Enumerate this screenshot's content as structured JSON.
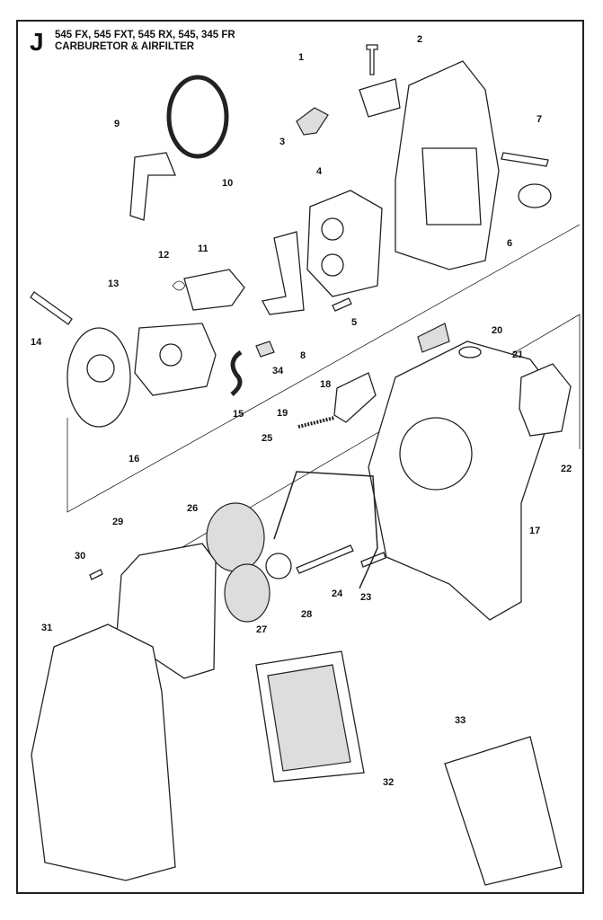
{
  "header": {
    "section_letter": "J",
    "models": "545 FX, 545 FXT, 545 RX, 545, 345 FR",
    "title": "CARBURETOR & AIRFILTER"
  },
  "callouts": [
    "1",
    "2",
    "3",
    "4",
    "5",
    "6",
    "7",
    "8",
    "9",
    "10",
    "11",
    "12",
    "13",
    "14",
    "15",
    "16",
    "17",
    "18",
    "19",
    "20",
    "21",
    "22",
    "23",
    "24",
    "25",
    "26",
    "27",
    "28",
    "29",
    "30",
    "31",
    "32",
    "33",
    "34"
  ]
}
